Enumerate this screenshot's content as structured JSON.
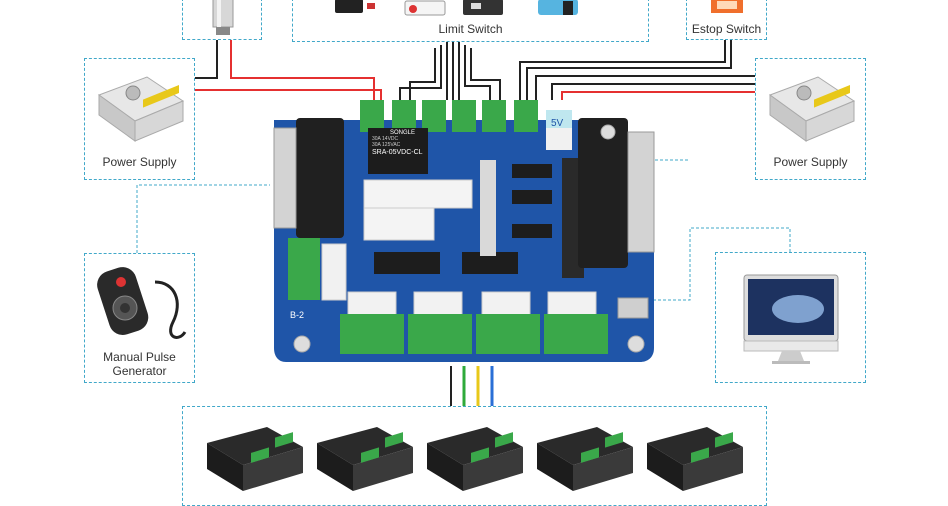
{
  "labels": {
    "limit_switch": "Limit Switch",
    "estop_switch": "Estop Switch",
    "power_supply_left": "Power Supply",
    "power_supply_right": "Power Supply",
    "mpg_line1": "Manual Pulse",
    "mpg_line2": "Generator"
  },
  "board": {
    "relay_brand": "SONGLE",
    "relay_model": "SRA-05VDC-CL",
    "relay_rating1": "30A 14VDC",
    "relay_rating2": "30A 125VAC",
    "label_5v": "5V",
    "label_b2": "B-2"
  },
  "colors": {
    "board": "#1f55a8",
    "terminal": "#3aa84a",
    "dashed_border": "#41a8c9",
    "wire_red": "#e53030",
    "wire_black": "#222222",
    "wire_green": "#2faa3a",
    "wire_yellow": "#e8c81a",
    "wire_blue": "#2a6fd6"
  },
  "icons": [
    "power-supply-icon",
    "limit-switch-icon",
    "estop-icon",
    "spindle-icon",
    "monitor-icon",
    "mpg-handwheel-icon",
    "stepper-driver-icon"
  ]
}
